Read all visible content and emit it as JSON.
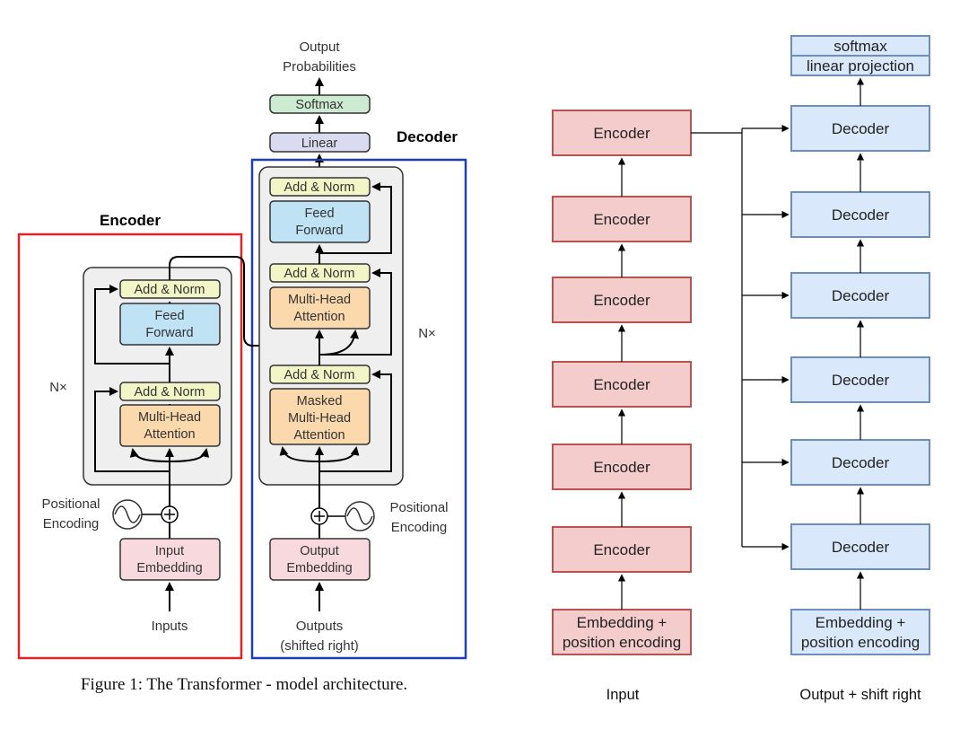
{
  "left_figure": {
    "output_probabilities": [
      "Output",
      "Probabilities"
    ],
    "softmax": "Softmax",
    "linear": "Linear",
    "decoder_title": "Decoder",
    "encoder_title": "Encoder",
    "encoder": {
      "add_norm_top": "Add & Norm",
      "feed_forward": [
        "Feed",
        "Forward"
      ],
      "add_norm_bottom": "Add & Norm",
      "multi_head_attention": [
        "Multi-Head",
        "Attention"
      ],
      "nx": "N×",
      "positional_encoding": [
        "Positional",
        "Encoding"
      ],
      "input_embedding": [
        "Input",
        "Embedding"
      ],
      "inputs": "Inputs"
    },
    "decoder": {
      "add_norm_1": "Add & Norm",
      "feed_forward": [
        "Feed",
        "Forward"
      ],
      "add_norm_2": "Add & Norm",
      "multi_head_attention": [
        "Multi-Head",
        "Attention"
      ],
      "add_norm_3": "Add & Norm",
      "masked_attention": [
        "Masked",
        "Multi-Head",
        "Attention"
      ],
      "nx": "N×",
      "positional_encoding": [
        "Positional",
        "Encoding"
      ],
      "output_embedding": [
        "Output",
        "Embedding"
      ],
      "outputs": [
        "Outputs",
        "(shifted right)"
      ]
    },
    "caption": "Figure 1: The Transformer - model architecture."
  },
  "right_figure": {
    "encoders": [
      "Encoder",
      "Encoder",
      "Encoder",
      "Encoder",
      "Encoder",
      "Encoder"
    ],
    "encoder_embedding": [
      "Embedding +",
      "position encoding"
    ],
    "decoders": [
      "Decoder",
      "Decoder",
      "Decoder",
      "Decoder",
      "Decoder",
      "Decoder"
    ],
    "decoder_embedding": [
      "Embedding +",
      "position encoding"
    ],
    "softmax": "softmax",
    "linear_projection": "linear projection",
    "input_label": "Input",
    "output_label": "Output + shift right"
  },
  "colors": {
    "encoder_frame": "#d9262a",
    "decoder_frame": "#1f3fb0",
    "add_norm": "#f2f5c6",
    "feed_forward": "#bfe3f5",
    "attention": "#fcd9ad",
    "embedding": "#f8d9de",
    "softmax": "#cdebd2",
    "linear": "#d9dcf0",
    "right_encoder_fill": "#f4cccc",
    "right_encoder_stroke": "#b85450",
    "right_decoder_fill": "#dae8fc",
    "right_decoder_stroke": "#6c8ebf"
  }
}
